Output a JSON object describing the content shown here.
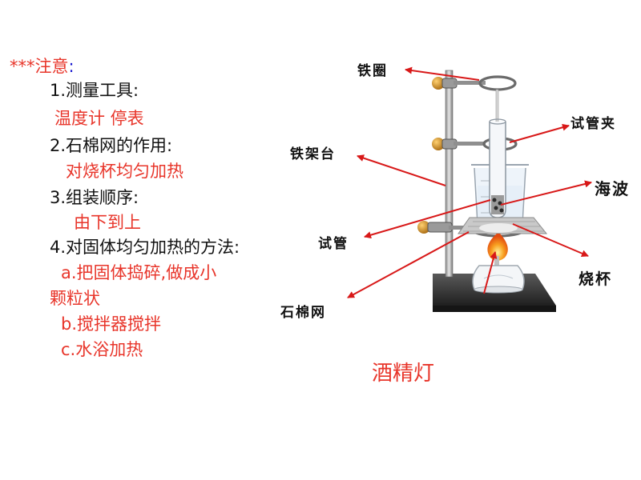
{
  "notes": {
    "heading_stars": "***",
    "heading_word": "注意",
    "heading_colon": ":",
    "item1_title": "1.测量工具:",
    "item1_content": "温度计  停表",
    "item2_title": "2.石棉网的作用:",
    "item2_content": "对烧杯均匀加热",
    "item3_title": "3.组装顺序:",
    "item3_content": "由下到上",
    "item4_title": "4.对固体均匀加热的方法:",
    "item4_a_line1": "a.把固体捣碎,做成小",
    "item4_a_line2": "颗粒状",
    "item4_b": "b.搅拌器搅拌",
    "item4_c": "c.水浴加热"
  },
  "labels": {
    "iron_ring": "铁圈",
    "test_tube_clamp": "试管夹",
    "iron_stand": "铁架台",
    "hypo": "海波",
    "test_tube": "试管",
    "beaker": "烧杯",
    "asbestos_gauze": "石棉网",
    "alcohol_lamp": "酒精灯"
  },
  "colors": {
    "text_red": "#e8352a",
    "text_blue": "#1a1ad0",
    "arrow_red": "#d81818",
    "base_dark": "#333333",
    "clamp_orange": "#d99020",
    "flame": "#f07a10"
  }
}
